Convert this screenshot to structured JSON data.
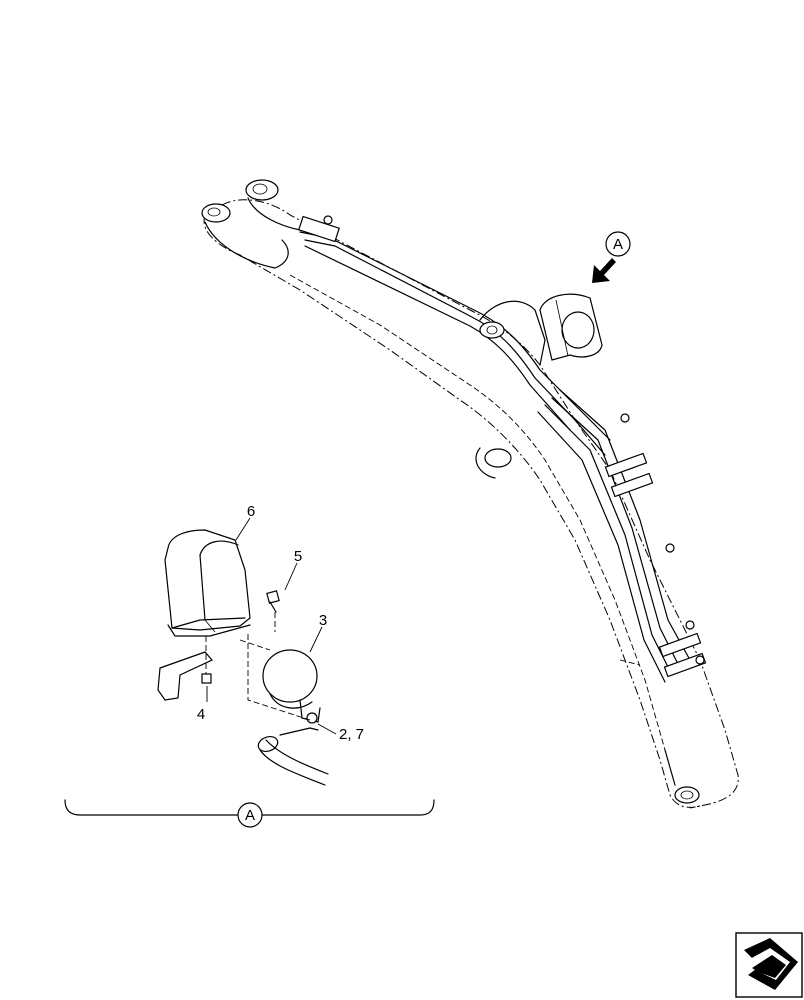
{
  "callouts": {
    "c6": "6",
    "c5": "5",
    "c3": "3",
    "c4": "4",
    "c27": "2, 7"
  },
  "view_marker": {
    "arrow_label": "A",
    "detail_label": "A"
  },
  "icons": {
    "nav": "next-page-arrow-icon"
  }
}
